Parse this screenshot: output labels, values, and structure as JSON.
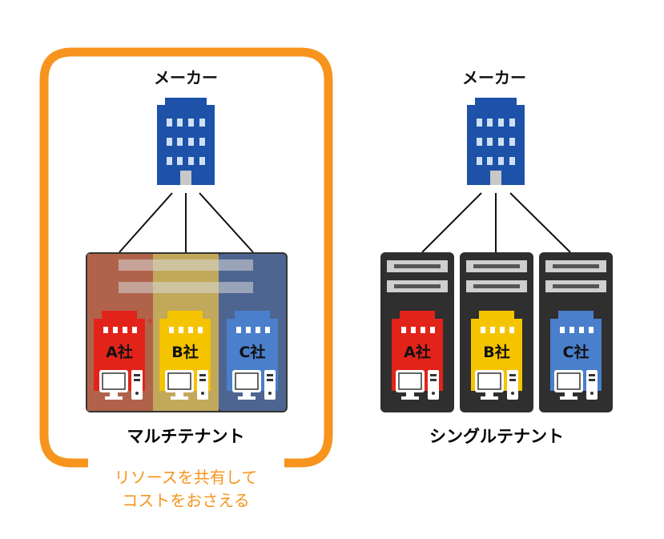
{
  "left": {
    "maker_label": "メーカー",
    "caption": "マルチテナント",
    "note_line1": "リソースを共有して",
    "note_line2": "コストをおさえる",
    "tenants": [
      {
        "label": "A社",
        "color": "#e2231a"
      },
      {
        "label": "B社",
        "color": "#f5c400"
      },
      {
        "label": "C社",
        "color": "#4a7fcb"
      }
    ],
    "tenant_bands": [
      "#b0634a",
      "#c2a85a",
      "#4e6591"
    ]
  },
  "right": {
    "maker_label": "メーカー",
    "caption": "シングルテナント",
    "tenants": [
      {
        "label": "A社",
        "color": "#e2231a"
      },
      {
        "label": "B社",
        "color": "#f5c400"
      },
      {
        "label": "C社",
        "color": "#4a7fcb"
      }
    ]
  },
  "colors": {
    "accent_orange": "#f7941d",
    "maker_building": "#1d52a8",
    "server_dark": "#2f2f2f"
  }
}
